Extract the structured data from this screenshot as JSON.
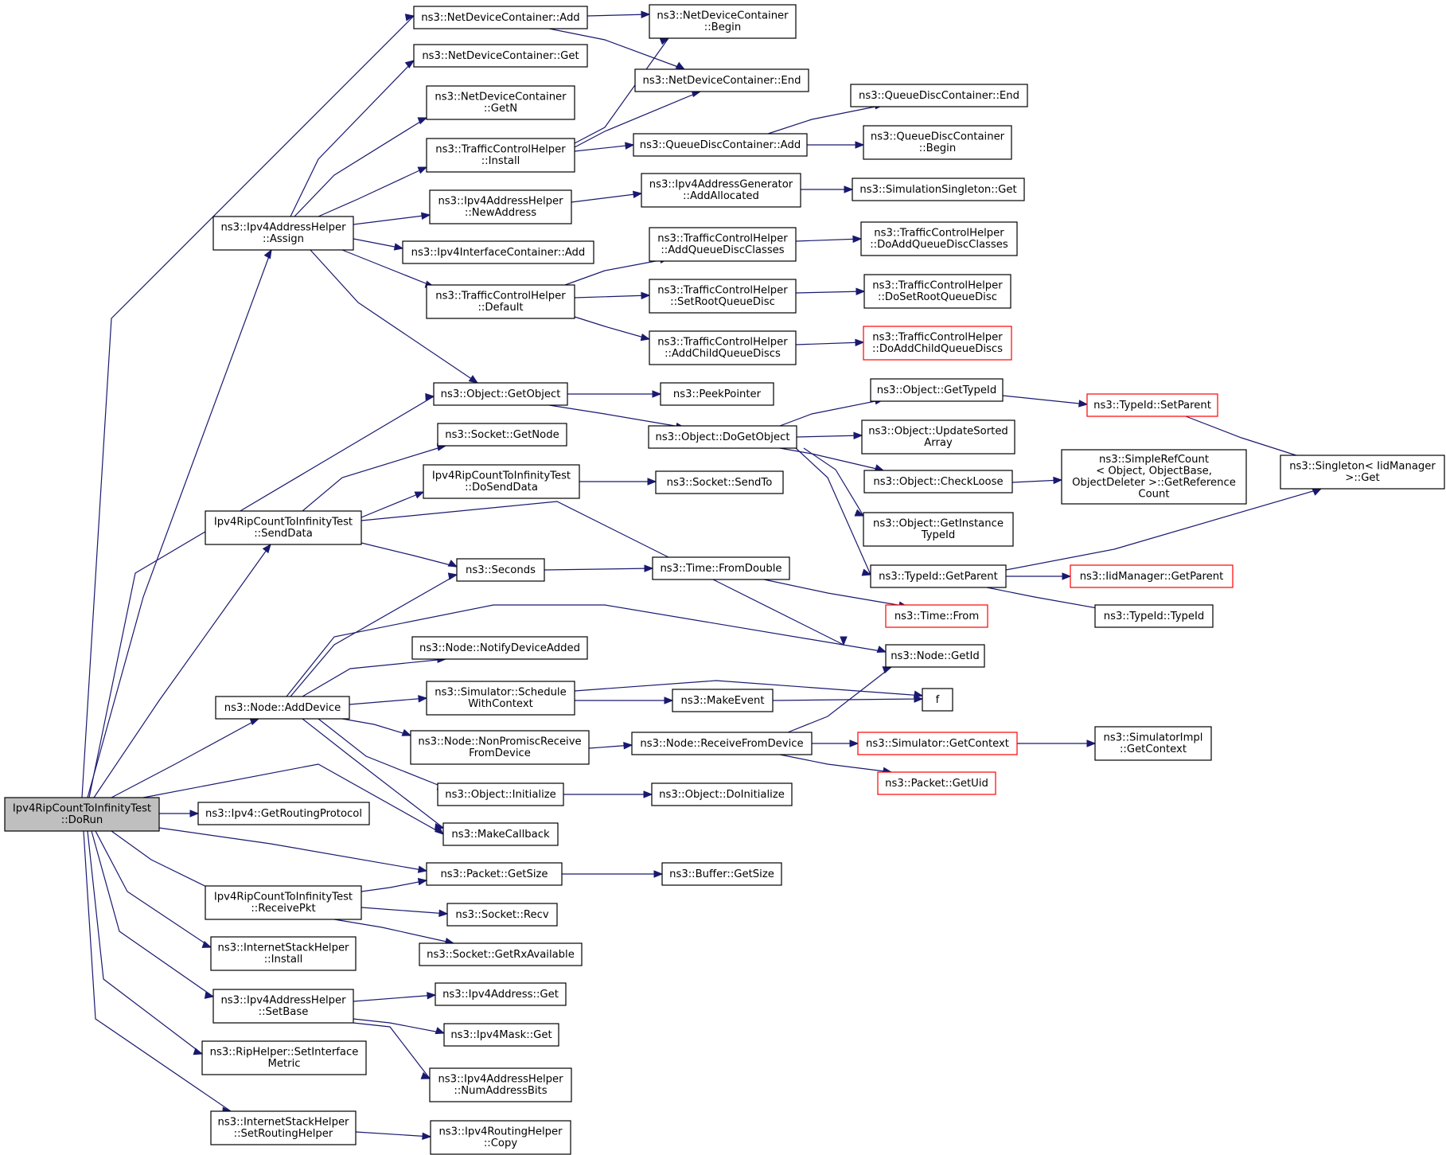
{
  "diagram": {
    "colors": {
      "edge": "#191970",
      "node_border": "#000000",
      "truncated_border": "#ff0000",
      "root_fill": "#bfbfbf",
      "node_fill": "#ffffff"
    },
    "nodes": [
      {
        "id": "n0",
        "lines": [
          "Ipv4RipCountToInfinityTest",
          "::DoRun"
        ],
        "root": true
      },
      {
        "id": "n1",
        "lines": [
          "ns3::NetDeviceContainer::Add"
        ]
      },
      {
        "id": "n2",
        "lines": [
          "ns3::NetDeviceContainer",
          "::Begin"
        ]
      },
      {
        "id": "n3",
        "lines": [
          "ns3::NetDeviceContainer::End"
        ]
      },
      {
        "id": "n4",
        "lines": [
          "ns3::NetDeviceContainer::Get"
        ]
      },
      {
        "id": "n5",
        "lines": [
          "ns3::NetDeviceContainer",
          "::GetN"
        ]
      },
      {
        "id": "n6",
        "lines": [
          "ns3::Ipv4AddressHelper",
          "::Assign"
        ]
      },
      {
        "id": "n7",
        "lines": [
          "ns3::TrafficControlHelper",
          "::Install"
        ]
      },
      {
        "id": "n8",
        "lines": [
          "ns3::QueueDiscContainer::Add"
        ]
      },
      {
        "id": "n9",
        "lines": [
          "ns3::QueueDiscContainer::End"
        ]
      },
      {
        "id": "n10",
        "lines": [
          "ns3::QueueDiscContainer",
          "::Begin"
        ]
      },
      {
        "id": "n11",
        "lines": [
          "ns3::Ipv4AddressHelper",
          "::NewAddress"
        ]
      },
      {
        "id": "n12",
        "lines": [
          "ns3::Ipv4AddressGenerator",
          "::AddAllocated"
        ]
      },
      {
        "id": "n13",
        "lines": [
          "ns3::SimulationSingleton::Get"
        ]
      },
      {
        "id": "n14",
        "lines": [
          "ns3::Ipv4InterfaceContainer::Add"
        ]
      },
      {
        "id": "n15",
        "lines": [
          "ns3::TrafficControlHelper",
          "::AddQueueDiscClasses"
        ]
      },
      {
        "id": "n16",
        "lines": [
          "ns3::TrafficControlHelper",
          "::DoAddQueueDiscClasses"
        ]
      },
      {
        "id": "n17",
        "lines": [
          "ns3::TrafficControlHelper",
          "::Default"
        ]
      },
      {
        "id": "n18",
        "lines": [
          "ns3::TrafficControlHelper",
          "::SetRootQueueDisc"
        ]
      },
      {
        "id": "n19",
        "lines": [
          "ns3::TrafficControlHelper",
          "::DoSetRootQueueDisc"
        ]
      },
      {
        "id": "n20",
        "lines": [
          "ns3::TrafficControlHelper",
          "::AddChildQueueDiscs"
        ]
      },
      {
        "id": "n21",
        "lines": [
          "ns3::TrafficControlHelper",
          "::DoAddChildQueueDiscs"
        ],
        "truncated": true
      },
      {
        "id": "n22",
        "lines": [
          "ns3::Object::GetObject"
        ]
      },
      {
        "id": "n23",
        "lines": [
          "ns3::PeekPointer"
        ]
      },
      {
        "id": "n24",
        "lines": [
          "ns3::Object::GetTypeId"
        ]
      },
      {
        "id": "n25",
        "lines": [
          "ns3::TypeId::SetParent"
        ],
        "truncated": true
      },
      {
        "id": "n26",
        "lines": [
          "ns3::Object::DoGetObject"
        ]
      },
      {
        "id": "n27",
        "lines": [
          "ns3::Object::UpdateSorted",
          "Array"
        ]
      },
      {
        "id": "n28",
        "lines": [
          "ns3::Singleton< IidManager",
          ">::Get"
        ]
      },
      {
        "id": "n29",
        "lines": [
          "ns3::Socket::GetNode"
        ]
      },
      {
        "id": "n30",
        "lines": [
          "Ipv4RipCountToInfinityTest",
          "::DoSendData"
        ]
      },
      {
        "id": "n31",
        "lines": [
          "ns3::Socket::SendTo"
        ]
      },
      {
        "id": "n32",
        "lines": [
          "ns3::Object::CheckLoose"
        ]
      },
      {
        "id": "n33",
        "lines": [
          "ns3::SimpleRefCount",
          "< Object, ObjectBase,",
          "ObjectDeleter >::GetReference",
          "Count"
        ]
      },
      {
        "id": "n34",
        "lines": [
          "Ipv4RipCountToInfinityTest",
          "::SendData"
        ]
      },
      {
        "id": "n35",
        "lines": [
          "ns3::Object::GetInstance",
          "TypeId"
        ]
      },
      {
        "id": "n36",
        "lines": [
          "ns3::Seconds"
        ]
      },
      {
        "id": "n37",
        "lines": [
          "ns3::Time::FromDouble"
        ]
      },
      {
        "id": "n38",
        "lines": [
          "ns3::TypeId::GetParent"
        ]
      },
      {
        "id": "n39",
        "lines": [
          "ns3::IidManager::GetParent"
        ],
        "truncated": true
      },
      {
        "id": "n40",
        "lines": [
          "ns3::Time::From"
        ],
        "truncated": true
      },
      {
        "id": "n41",
        "lines": [
          "ns3::TypeId::TypeId"
        ]
      },
      {
        "id": "n42",
        "lines": [
          "ns3::Node::NotifyDeviceAdded"
        ]
      },
      {
        "id": "n43",
        "lines": [
          "ns3::Node::GetId"
        ]
      },
      {
        "id": "n44",
        "lines": [
          "ns3::Simulator::Schedule",
          "WithContext"
        ]
      },
      {
        "id": "n45",
        "lines": [
          "f"
        ]
      },
      {
        "id": "n46",
        "lines": [
          "ns3::MakeEvent"
        ]
      },
      {
        "id": "n47",
        "lines": [
          "ns3::Node::AddDevice"
        ]
      },
      {
        "id": "n48",
        "lines": [
          "ns3::Node::NonPromiscReceive",
          "FromDevice"
        ]
      },
      {
        "id": "n49",
        "lines": [
          "ns3::Node::ReceiveFromDevice"
        ]
      },
      {
        "id": "n50",
        "lines": [
          "ns3::Simulator::GetContext"
        ],
        "truncated": true
      },
      {
        "id": "n51",
        "lines": [
          "ns3::SimulatorImpl",
          "::GetContext"
        ]
      },
      {
        "id": "n52",
        "lines": [
          "ns3::Packet::GetUid"
        ],
        "truncated": true
      },
      {
        "id": "n53",
        "lines": [
          "ns3::Object::Initialize"
        ]
      },
      {
        "id": "n54",
        "lines": [
          "ns3::Object::DoInitialize"
        ]
      },
      {
        "id": "n55",
        "lines": [
          "ns3::Ipv4::GetRoutingProtocol"
        ]
      },
      {
        "id": "n56",
        "lines": [
          "ns3::MakeCallback"
        ]
      },
      {
        "id": "n57",
        "lines": [
          "ns3::Packet::GetSize"
        ]
      },
      {
        "id": "n58",
        "lines": [
          "ns3::Buffer::GetSize"
        ]
      },
      {
        "id": "n59",
        "lines": [
          "Ipv4RipCountToInfinityTest",
          "::ReceivePkt"
        ]
      },
      {
        "id": "n60",
        "lines": [
          "ns3::Socket::Recv"
        ]
      },
      {
        "id": "n61",
        "lines": [
          "ns3::InternetStackHelper",
          "::Install"
        ]
      },
      {
        "id": "n62",
        "lines": [
          "ns3::Socket::GetRxAvailable"
        ]
      },
      {
        "id": "n63",
        "lines": [
          "ns3::Ipv4AddressHelper",
          "::SetBase"
        ]
      },
      {
        "id": "n64",
        "lines": [
          "ns3::Ipv4Address::Get"
        ]
      },
      {
        "id": "n65",
        "lines": [
          "ns3::Ipv4Mask::Get"
        ]
      },
      {
        "id": "n66",
        "lines": [
          "ns3::RipHelper::SetInterface",
          "Metric"
        ]
      },
      {
        "id": "n67",
        "lines": [
          "ns3::Ipv4AddressHelper",
          "::NumAddressBits"
        ]
      },
      {
        "id": "n68",
        "lines": [
          "ns3::InternetStackHelper",
          "::SetRoutingHelper"
        ]
      },
      {
        "id": "n69",
        "lines": [
          "ns3::Ipv4RoutingHelper",
          "::Copy"
        ]
      }
    ],
    "edges": [
      [
        "n0",
        "n1"
      ],
      [
        "n0",
        "n6"
      ],
      [
        "n0",
        "n22"
      ],
      [
        "n0",
        "n34"
      ],
      [
        "n0",
        "n47"
      ],
      [
        "n0",
        "n55"
      ],
      [
        "n0",
        "n56"
      ],
      [
        "n0",
        "n57"
      ],
      [
        "n0",
        "n59"
      ],
      [
        "n0",
        "n61"
      ],
      [
        "n0",
        "n63"
      ],
      [
        "n0",
        "n66"
      ],
      [
        "n0",
        "n68"
      ],
      [
        "n1",
        "n2"
      ],
      [
        "n1",
        "n3"
      ],
      [
        "n6",
        "n4"
      ],
      [
        "n6",
        "n5"
      ],
      [
        "n6",
        "n7"
      ],
      [
        "n6",
        "n11"
      ],
      [
        "n6",
        "n14"
      ],
      [
        "n6",
        "n17"
      ],
      [
        "n6",
        "n22"
      ],
      [
        "n7",
        "n2"
      ],
      [
        "n7",
        "n3"
      ],
      [
        "n7",
        "n8"
      ],
      [
        "n8",
        "n9"
      ],
      [
        "n8",
        "n10"
      ],
      [
        "n11",
        "n12"
      ],
      [
        "n12",
        "n13"
      ],
      [
        "n17",
        "n15"
      ],
      [
        "n17",
        "n18"
      ],
      [
        "n17",
        "n20"
      ],
      [
        "n15",
        "n16"
      ],
      [
        "n18",
        "n19"
      ],
      [
        "n20",
        "n21"
      ],
      [
        "n22",
        "n23"
      ],
      [
        "n22",
        "n26"
      ],
      [
        "n26",
        "n24"
      ],
      [
        "n26",
        "n27"
      ],
      [
        "n26",
        "n32"
      ],
      [
        "n26",
        "n35"
      ],
      [
        "n26",
        "n38"
      ],
      [
        "n24",
        "n25"
      ],
      [
        "n25",
        "n28"
      ],
      [
        "n32",
        "n33"
      ],
      [
        "n38",
        "n28"
      ],
      [
        "n38",
        "n39"
      ],
      [
        "n38",
        "n41"
      ],
      [
        "n34",
        "n29"
      ],
      [
        "n34",
        "n30"
      ],
      [
        "n34",
        "n36"
      ],
      [
        "n34",
        "n43"
      ],
      [
        "n30",
        "n31"
      ],
      [
        "n36",
        "n37"
      ],
      [
        "n37",
        "n40"
      ],
      [
        "n47",
        "n36"
      ],
      [
        "n47",
        "n42"
      ],
      [
        "n47",
        "n43"
      ],
      [
        "n47",
        "n44"
      ],
      [
        "n47",
        "n48"
      ],
      [
        "n47",
        "n53"
      ],
      [
        "n47",
        "n56"
      ],
      [
        "n44",
        "n45"
      ],
      [
        "n44",
        "n46"
      ],
      [
        "n46",
        "n45"
      ],
      [
        "n48",
        "n49"
      ],
      [
        "n49",
        "n43"
      ],
      [
        "n49",
        "n50"
      ],
      [
        "n49",
        "n52"
      ],
      [
        "n50",
        "n51"
      ],
      [
        "n53",
        "n54"
      ],
      [
        "n57",
        "n58"
      ],
      [
        "n59",
        "n57"
      ],
      [
        "n59",
        "n60"
      ],
      [
        "n59",
        "n62"
      ],
      [
        "n63",
        "n64"
      ],
      [
        "n63",
        "n65"
      ],
      [
        "n63",
        "n67"
      ],
      [
        "n68",
        "n69"
      ]
    ]
  }
}
